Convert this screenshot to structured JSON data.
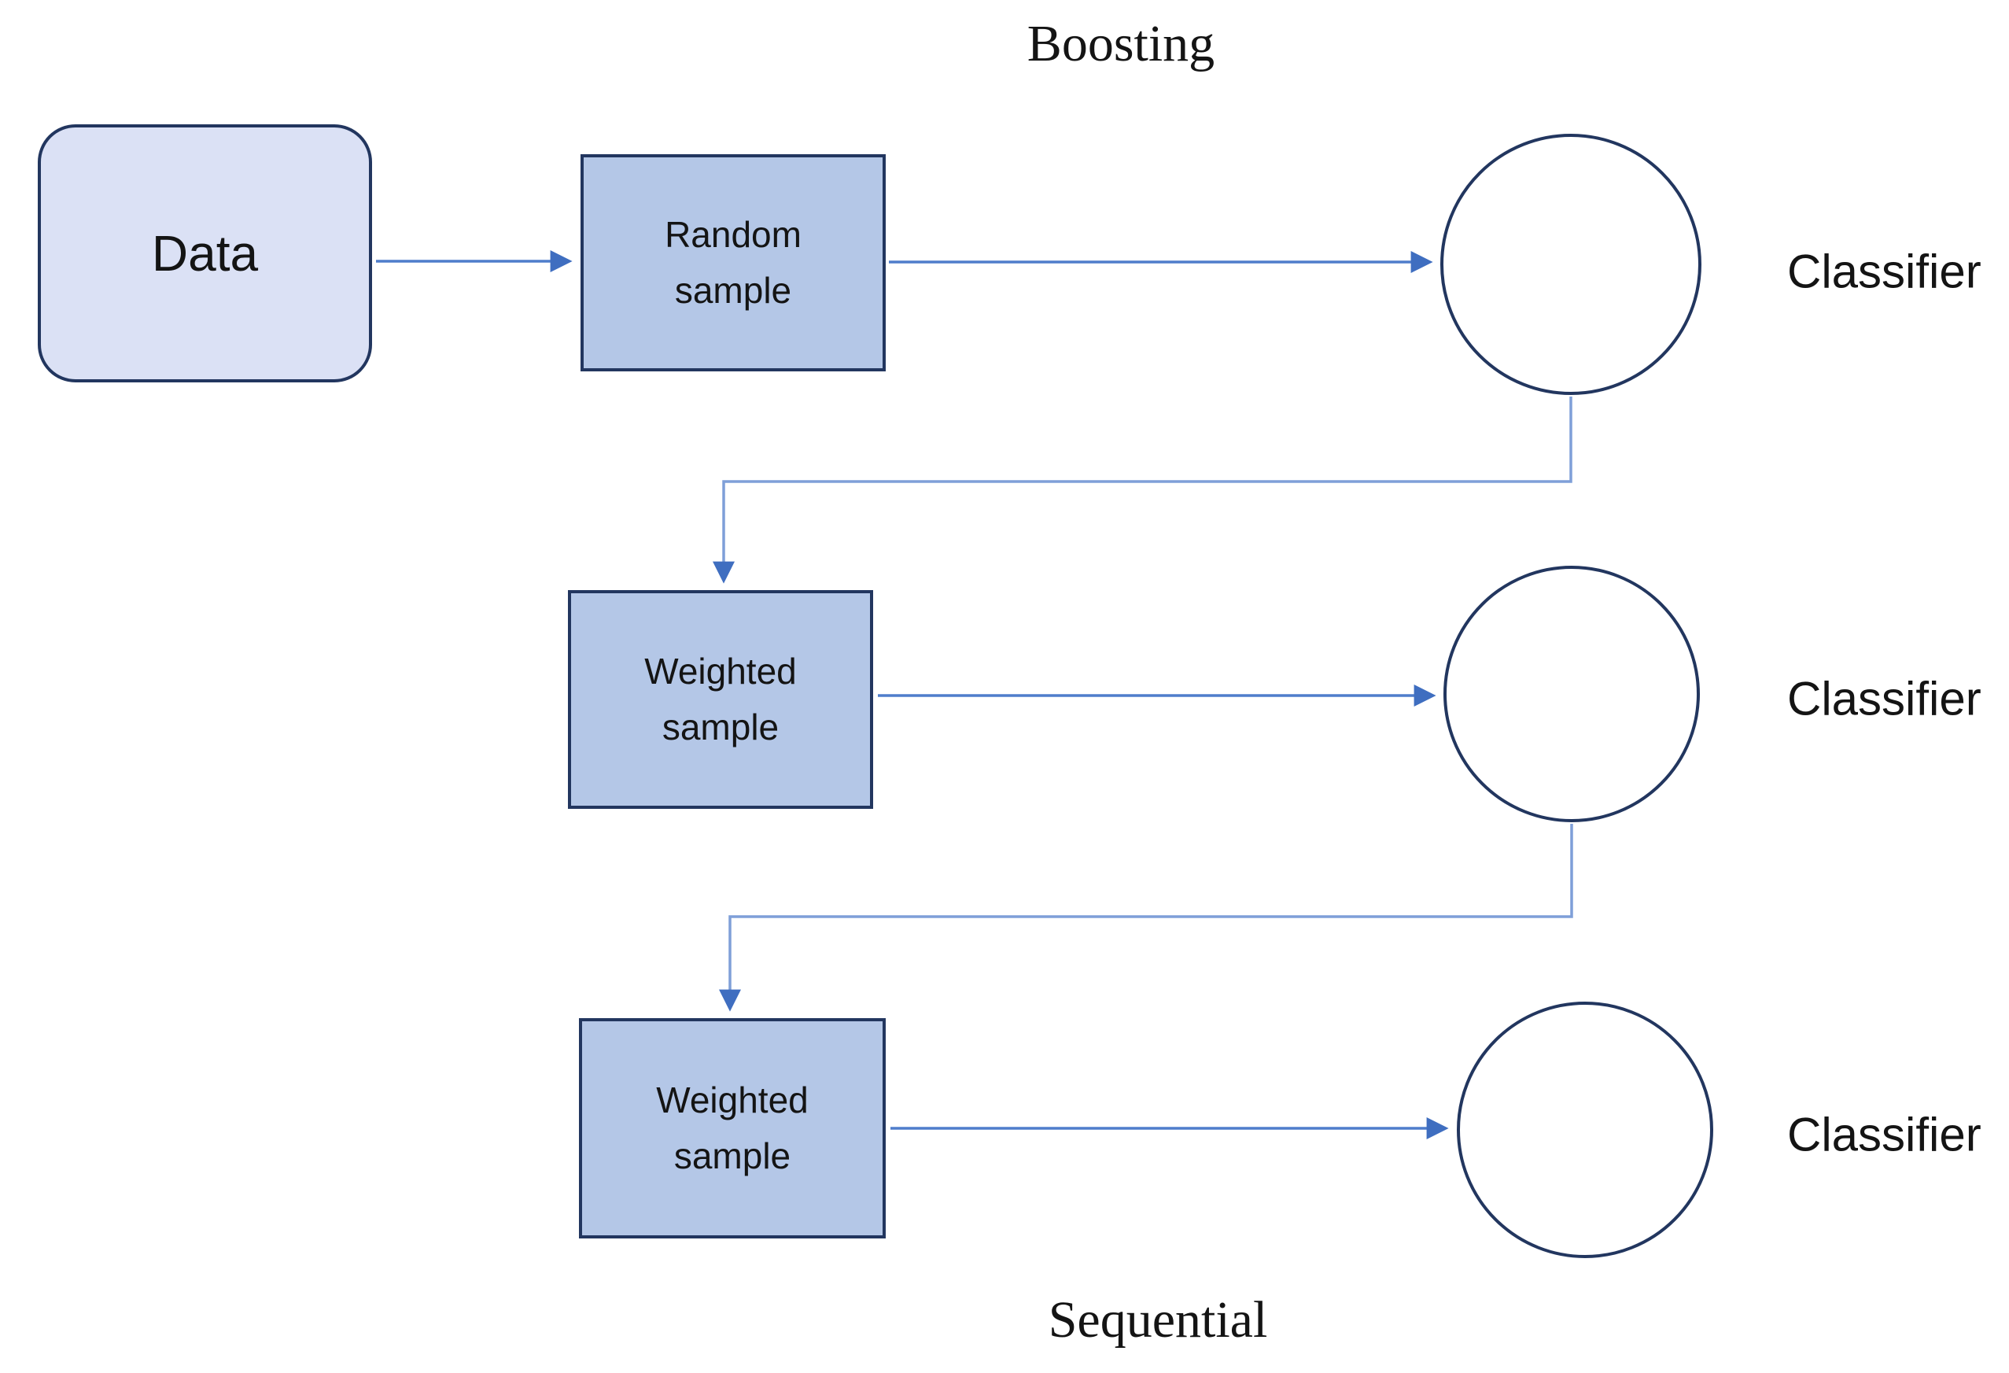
{
  "diagram": {
    "title": "Boosting",
    "footer": "Sequential",
    "nodes": [
      {
        "id": "data",
        "label": "Data"
      },
      {
        "id": "random-sample",
        "lines": [
          "Random",
          "sample"
        ]
      },
      {
        "id": "weighted-sample-1",
        "lines": [
          "Weighted",
          "sample"
        ]
      },
      {
        "id": "weighted-sample-2",
        "lines": [
          "Weighted",
          "sample"
        ]
      }
    ],
    "classifiers": [
      {
        "label": "Classifier"
      },
      {
        "label": "Classifier"
      },
      {
        "label": "Classifier"
      }
    ],
    "colors": {
      "data_box_fill": "#dbe1f5",
      "sample_box_fill": "#b4c7e7",
      "node_border": "#22365f",
      "arrow": "#4f7dcb",
      "elbow_line": "#7f9fd8",
      "text": "#141414",
      "background": "#ffffff"
    }
  }
}
